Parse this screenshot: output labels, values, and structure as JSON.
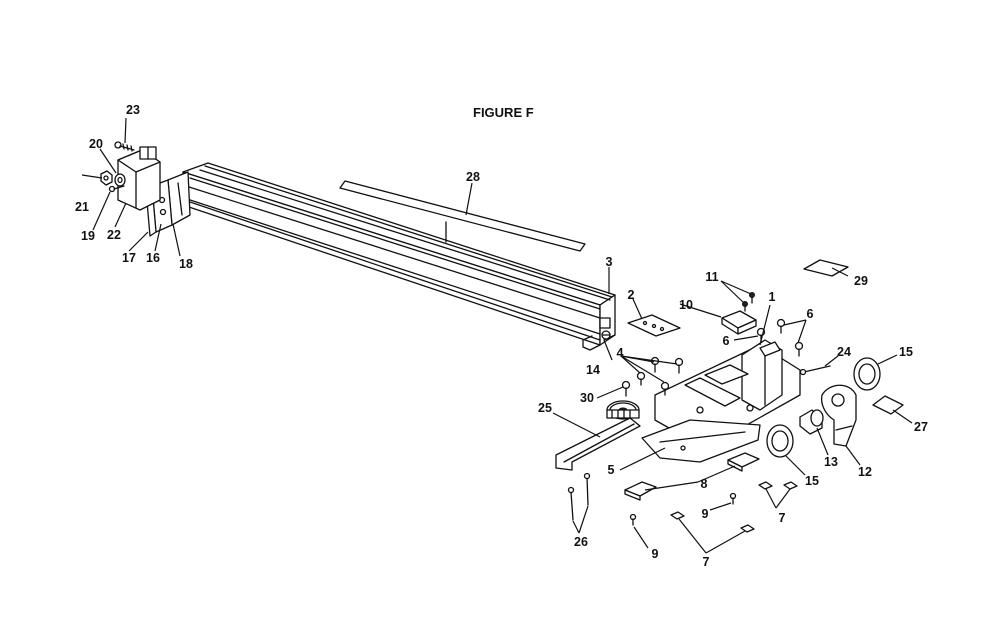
{
  "figure": {
    "title": "FIGURE F",
    "callouts": [
      {
        "id": "c1",
        "label": "1"
      },
      {
        "id": "c2",
        "label": "2"
      },
      {
        "id": "c3",
        "label": "3"
      },
      {
        "id": "c4",
        "label": "4"
      },
      {
        "id": "c5",
        "label": "5"
      },
      {
        "id": "c6a",
        "label": "6"
      },
      {
        "id": "c6b",
        "label": "6"
      },
      {
        "id": "c7a",
        "label": "7"
      },
      {
        "id": "c7b",
        "label": "7"
      },
      {
        "id": "c8",
        "label": "8"
      },
      {
        "id": "c9a",
        "label": "9"
      },
      {
        "id": "c9b",
        "label": "9"
      },
      {
        "id": "c10",
        "label": "10"
      },
      {
        "id": "c11",
        "label": "11"
      },
      {
        "id": "c12",
        "label": "12"
      },
      {
        "id": "c13",
        "label": "13"
      },
      {
        "id": "c14",
        "label": "14"
      },
      {
        "id": "c15a",
        "label": "15"
      },
      {
        "id": "c15b",
        "label": "15"
      },
      {
        "id": "c16",
        "label": "16"
      },
      {
        "id": "c17",
        "label": "17"
      },
      {
        "id": "c18",
        "label": "18"
      },
      {
        "id": "c19",
        "label": "19"
      },
      {
        "id": "c20",
        "label": "20"
      },
      {
        "id": "c21",
        "label": "21"
      },
      {
        "id": "c22",
        "label": "22"
      },
      {
        "id": "c23",
        "label": "23"
      },
      {
        "id": "c24",
        "label": "24"
      },
      {
        "id": "c25",
        "label": "25"
      },
      {
        "id": "c26",
        "label": "26"
      },
      {
        "id": "c27",
        "label": "27"
      },
      {
        "id": "c28",
        "label": "28"
      },
      {
        "id": "c29",
        "label": "29"
      },
      {
        "id": "c30",
        "label": "30"
      }
    ]
  }
}
